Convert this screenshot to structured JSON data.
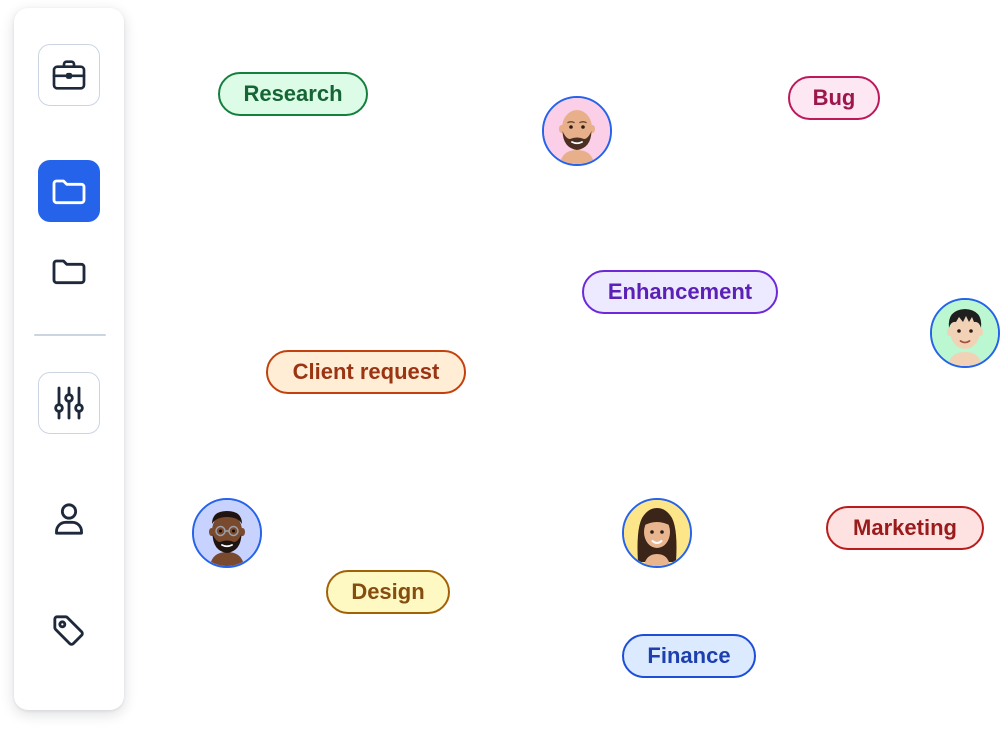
{
  "sidebar": {
    "items": [
      {
        "id": "work",
        "icon": "briefcase-icon",
        "state": "outlined"
      },
      {
        "id": "folder-active",
        "icon": "folder-icon",
        "state": "active"
      },
      {
        "id": "folder",
        "icon": "folder-icon",
        "state": "plain"
      },
      {
        "id": "filters",
        "icon": "sliders-icon",
        "state": "outlined"
      },
      {
        "id": "profile",
        "icon": "user-icon",
        "state": "plain"
      },
      {
        "id": "tags",
        "icon": "tag-icon",
        "state": "plain"
      }
    ],
    "active_color": "#2563eb",
    "icon_color": "#1e293b"
  },
  "tags": [
    {
      "id": "research",
      "label": "Research",
      "bg": "#dcfce7",
      "border": "#15803d",
      "text": "#166534"
    },
    {
      "id": "bug",
      "label": "Bug",
      "bg": "#fce7f3",
      "border": "#be185d",
      "text": "#9d174d"
    },
    {
      "id": "enhancement",
      "label": "Enhancement",
      "bg": "#ede9fe",
      "border": "#6d28d9",
      "text": "#5b21b6"
    },
    {
      "id": "client-request",
      "label": "Client request",
      "bg": "#ffedd5",
      "border": "#c2410c",
      "text": "#9a3412"
    },
    {
      "id": "marketing",
      "label": "Marketing",
      "bg": "#fee2e2",
      "border": "#b91c1c",
      "text": "#991b1b"
    },
    {
      "id": "design",
      "label": "Design",
      "bg": "#fef9c3",
      "border": "#a16207",
      "text": "#854d0e"
    },
    {
      "id": "finance",
      "label": "Finance",
      "bg": "#dbeafe",
      "border": "#1d4ed8",
      "text": "#1e40af"
    }
  ],
  "avatars": [
    {
      "id": "bald-beard",
      "bg": "#fbcfe8",
      "skin": "#e8b08a",
      "hair": "none",
      "beard": "#4a2f22"
    },
    {
      "id": "black-hair",
      "bg": "#bbf7d0",
      "skin": "#f2d2b6",
      "hair": "#1f1f1f",
      "beard": "none"
    },
    {
      "id": "glasses-beard",
      "bg": "#c7d2fe",
      "skin": "#7a4a2e",
      "hair": "#1f1410",
      "beard": "#1f1410"
    },
    {
      "id": "long-hair",
      "bg": "#fde68a",
      "skin": "#e9b58f",
      "hair": "#3b2418",
      "beard": "none"
    }
  ]
}
